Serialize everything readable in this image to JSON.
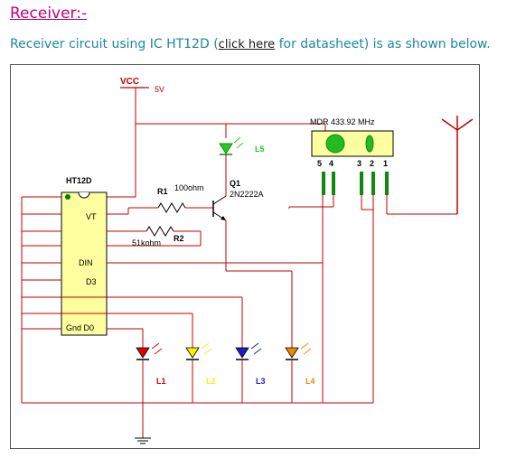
{
  "heading": "Receiver:-",
  "intro": {
    "before": "Receiver circuit using IC HT12D (",
    "link": "click here",
    "after": " for datasheet) is as shown below."
  },
  "circuit": {
    "vcc_label": "VCC",
    "vcc_value": "5V",
    "ic_name": "HT12D",
    "ic_pins": {
      "vt": "VT",
      "din": "DIN",
      "d3": "D3",
      "gnd_d0": "Gnd D0"
    },
    "r1_label": "R1",
    "r1_value": "100ohm",
    "r2_label": "R2",
    "r2_value": "51kohm",
    "q1_label": "Q1",
    "q1_value": "2N2222A",
    "l5_label": "L5",
    "rf_module": "MDR 433.92 MHz",
    "rf_pins": [
      "5",
      "4",
      "3",
      "2",
      "1"
    ],
    "leds": [
      {
        "label": "L1",
        "color": "#e00000"
      },
      {
        "label": "L2",
        "color": "#ffee00"
      },
      {
        "label": "L3",
        "color": "#1a1ad0"
      },
      {
        "label": "L4",
        "color": "#ee8a00"
      }
    ],
    "l5_color": "#22cc22"
  }
}
